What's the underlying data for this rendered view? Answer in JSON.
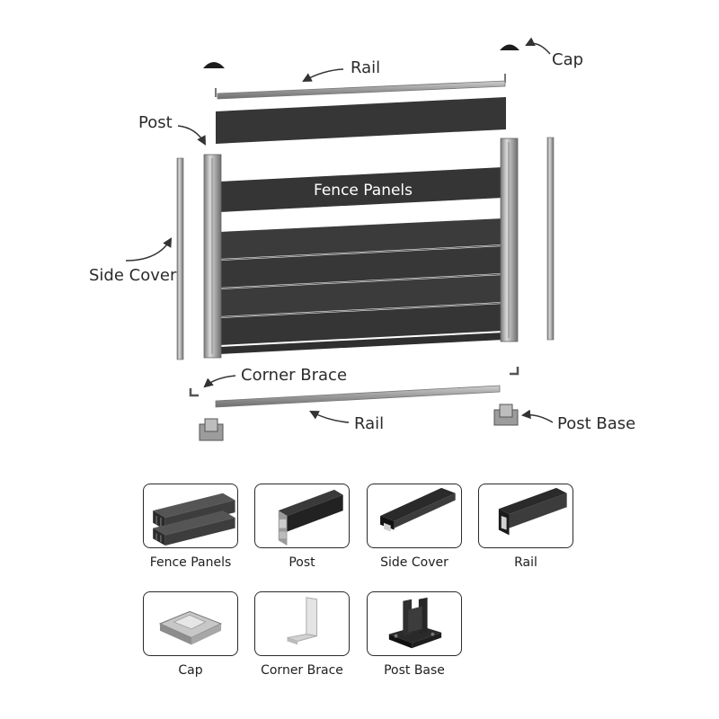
{
  "diagram": {
    "labels": {
      "rail_top": "Rail",
      "cap": "Cap",
      "post": "Post",
      "fence_panels": "Fence Panels",
      "side_cover": "Side Cover",
      "corner_brace": "Corner Brace",
      "rail_bottom": "Rail",
      "post_base": "Post Base"
    },
    "colors": {
      "panel": "#3a3a3a",
      "metal": "#b5b5b5",
      "metal_dark": "#6f6f6f"
    }
  },
  "legend": {
    "items": [
      {
        "label": "Fence Panels",
        "icon": "fence-panel-icon"
      },
      {
        "label": "Post",
        "icon": "post-icon"
      },
      {
        "label": "Side Cover",
        "icon": "side-cover-icon"
      },
      {
        "label": "Rail",
        "icon": "rail-icon"
      },
      {
        "label": "Cap",
        "icon": "cap-icon"
      },
      {
        "label": "Corner Brace",
        "icon": "corner-brace-icon"
      },
      {
        "label": "Post Base",
        "icon": "post-base-icon"
      }
    ]
  }
}
